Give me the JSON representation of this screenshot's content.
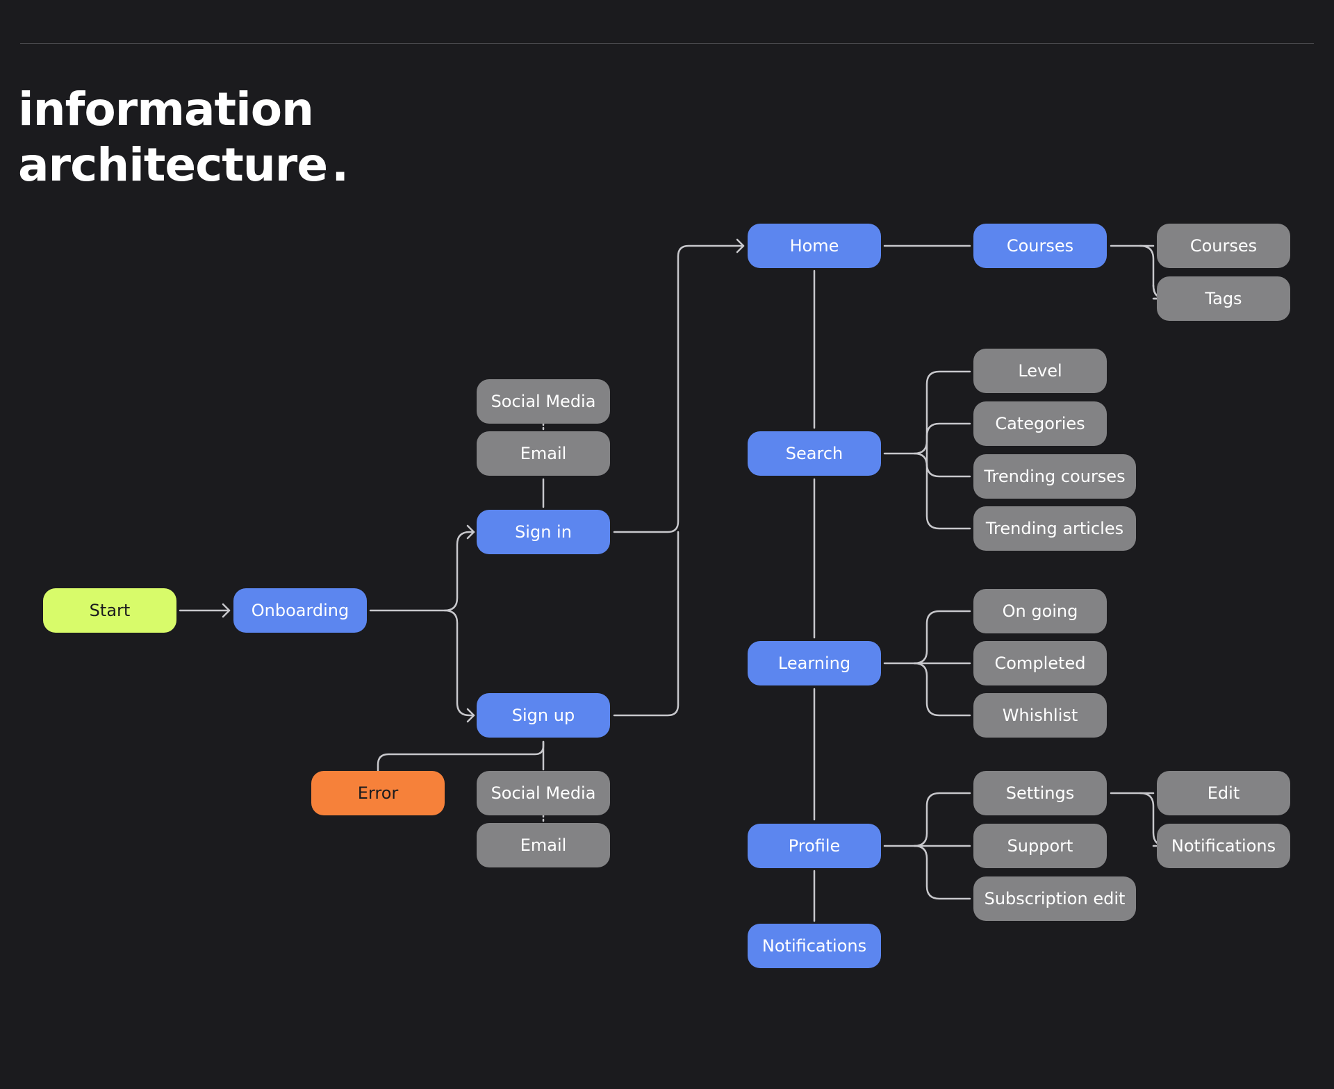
{
  "title": {
    "line1": "information",
    "line2": "architecture",
    "dot": "."
  },
  "colors": {
    "background": "#1b1b1e",
    "start": "#d8fb6a",
    "primary": "#5c86ef",
    "secondary": "#838385",
    "error": "#f6813a",
    "connector": "#c8c8cc"
  },
  "nodes": {
    "start": "Start",
    "onboarding": "Onboarding",
    "signin": "Sign in",
    "signup": "Sign up",
    "signin_social": "Social Media",
    "signin_email": "Email",
    "error": "Error",
    "signup_social": "Social Media",
    "signup_email": "Email",
    "home": "Home",
    "search": "Search",
    "learning": "Learning",
    "profile": "Profile",
    "notifications": "Notifications",
    "courses": "Courses",
    "courses_courses": "Courses",
    "courses_tags": "Tags",
    "level": "Level",
    "categories": "Categories",
    "trending_courses": "Trending courses",
    "trending_articles": "Trending articles",
    "on_going": "On going",
    "completed": "Completed",
    "whishlist": "Whishlist",
    "settings": "Settings",
    "support": "Support",
    "subscription_edit": "Subscription edit",
    "settings_edit": "Edit",
    "settings_notifications": "Notifications"
  }
}
